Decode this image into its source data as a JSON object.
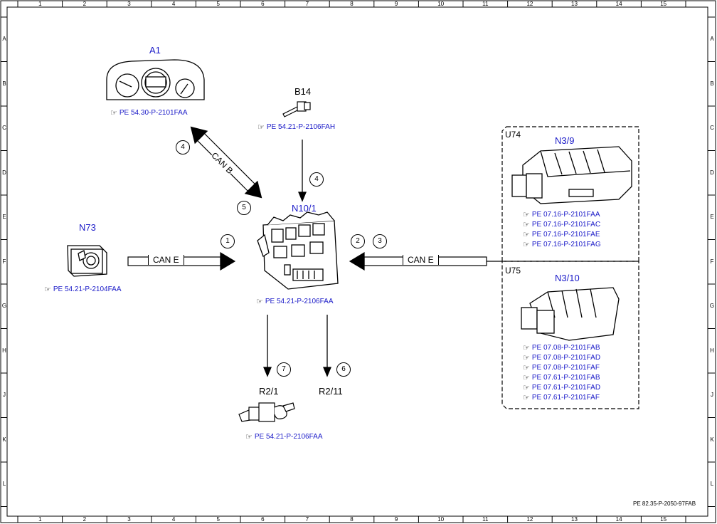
{
  "grid": {
    "columns": [
      "1",
      "2",
      "3",
      "4",
      "5",
      "6",
      "7",
      "8",
      "9",
      "10",
      "11",
      "12",
      "13",
      "14",
      "15"
    ],
    "rows": [
      "A",
      "B",
      "C",
      "D",
      "E",
      "F",
      "G",
      "H",
      "J",
      "K",
      "L"
    ]
  },
  "components": {
    "a1": {
      "label": "A1",
      "refs": [
        "PE 54.30-P-2101FAA"
      ]
    },
    "b14": {
      "label": "B14",
      "refs": [
        "PE 54.21-P-2106FAH"
      ]
    },
    "n73": {
      "label": "N73",
      "refs": [
        "PE 54.21-P-2104FAA"
      ]
    },
    "n10_1": {
      "label": "N10/1",
      "refs": [
        "PE 54.21-P-2106FAA"
      ]
    },
    "r2_1": {
      "label": "R2/1",
      "refs": [
        "PE 54.21-P-2106FAA"
      ]
    },
    "r2_11": {
      "label": "R2/11"
    },
    "u74": {
      "group": "U74",
      "label": "N3/9",
      "refs": [
        "PE 07.16-P-2101FAA",
        "PE 07.16-P-2101FAC",
        "PE 07.16-P-2101FAE",
        "PE 07.16-P-2101FAG"
      ]
    },
    "u75": {
      "group": "U75",
      "label": "N3/10",
      "refs": [
        "PE 07.08-P-2101FAB",
        "PE 07.08-P-2101FAD",
        "PE 07.08-P-2101FAF",
        "PE 07.61-P-2101FAB",
        "PE 07.61-P-2101FAD",
        "PE 07.61-P-2101FAF"
      ]
    }
  },
  "buses": {
    "can_b": "CAN B",
    "can_e_left": "CAN E",
    "can_e_right": "CAN E"
  },
  "signals": {
    "s4a": "4",
    "s4b": "4",
    "s5": "5",
    "s1": "1",
    "s2": "2",
    "s3": "3",
    "s7": "7",
    "s6": "6"
  },
  "document_id": "PE 82.35-P-2050-97FAB",
  "icons": {
    "reference": "pointing-hand-icon"
  }
}
